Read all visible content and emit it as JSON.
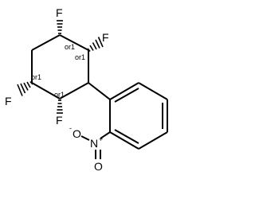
{
  "structure": {
    "fluorine_labels": [
      "F",
      "F",
      "F",
      "F"
    ],
    "stereo_labels": [
      "or1",
      "or1",
      "or1",
      "or1"
    ],
    "nitro": {
      "nitrogen": "N",
      "nitrogen_charge": "+",
      "oxygen_top": "O",
      "oxygen_top_charge": "-",
      "oxygen_bottom": "O"
    }
  }
}
